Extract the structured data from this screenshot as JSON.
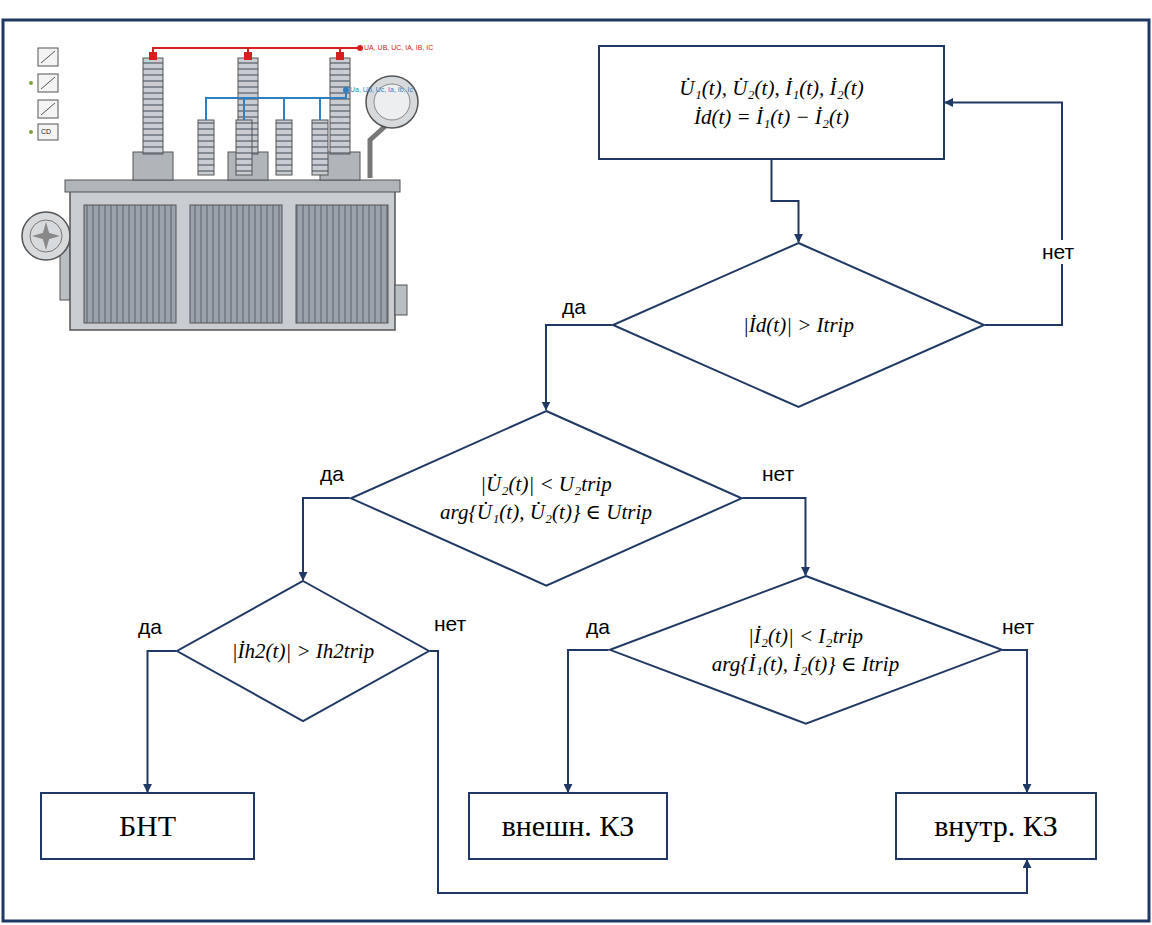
{
  "diagram": {
    "nodes": [
      {
        "text": [
          "U̇₁(t), U̇₂(t), İ₁(t), İ₂(t)",
          "İd(t) = İ₁(t) − İ₂(t)"
        ]
      },
      {
        "text": [
          "|İd(t)| > Itrip"
        ]
      },
      {
        "text": [
          "|U̇₂(t)| < U₂trip",
          "arg{U̇₁(t), U̇₂(t)} ∈ Utrip"
        ]
      },
      {
        "text": [
          "|İh2(t)| > Ih2trip"
        ]
      },
      {
        "text": [
          "|İ₂(t)| < I₂trip",
          "arg{İ₁(t), İ₂(t)} ∈ Itrip"
        ]
      },
      {
        "text": [
          "БНТ"
        ]
      },
      {
        "text": [
          "внешн. КЗ"
        ]
      },
      {
        "text": [
          "внутр. КЗ"
        ]
      }
    ],
    "edges": [
      {
        "from": 0,
        "to": 1,
        "arrow": "to"
      },
      {
        "from": 1,
        "to": 0,
        "label": "нет",
        "arrow": "to"
      },
      {
        "from": 1,
        "to": 2,
        "label": "да",
        "arrow": "to"
      },
      {
        "from": 2,
        "to": 3,
        "label": "да",
        "arrow": "to"
      },
      {
        "from": 2,
        "to": 4,
        "label": "нет",
        "arrow": "to"
      },
      {
        "from": 3,
        "to": 5,
        "label": "да",
        "arrow": "to"
      },
      {
        "from": 3,
        "to": 7,
        "label": "нет",
        "arrow": "to"
      },
      {
        "from": 4,
        "to": 6,
        "label": "да",
        "arrow": "to"
      },
      {
        "from": 4,
        "to": 7,
        "label": "нет",
        "arrow": "to"
      }
    ],
    "labels": [
      "UA, UB, UC, IA, IB, IC",
      "Ua, Ub, Uc, Ia, Ib, Ic",
      "CD"
    ]
  }
}
